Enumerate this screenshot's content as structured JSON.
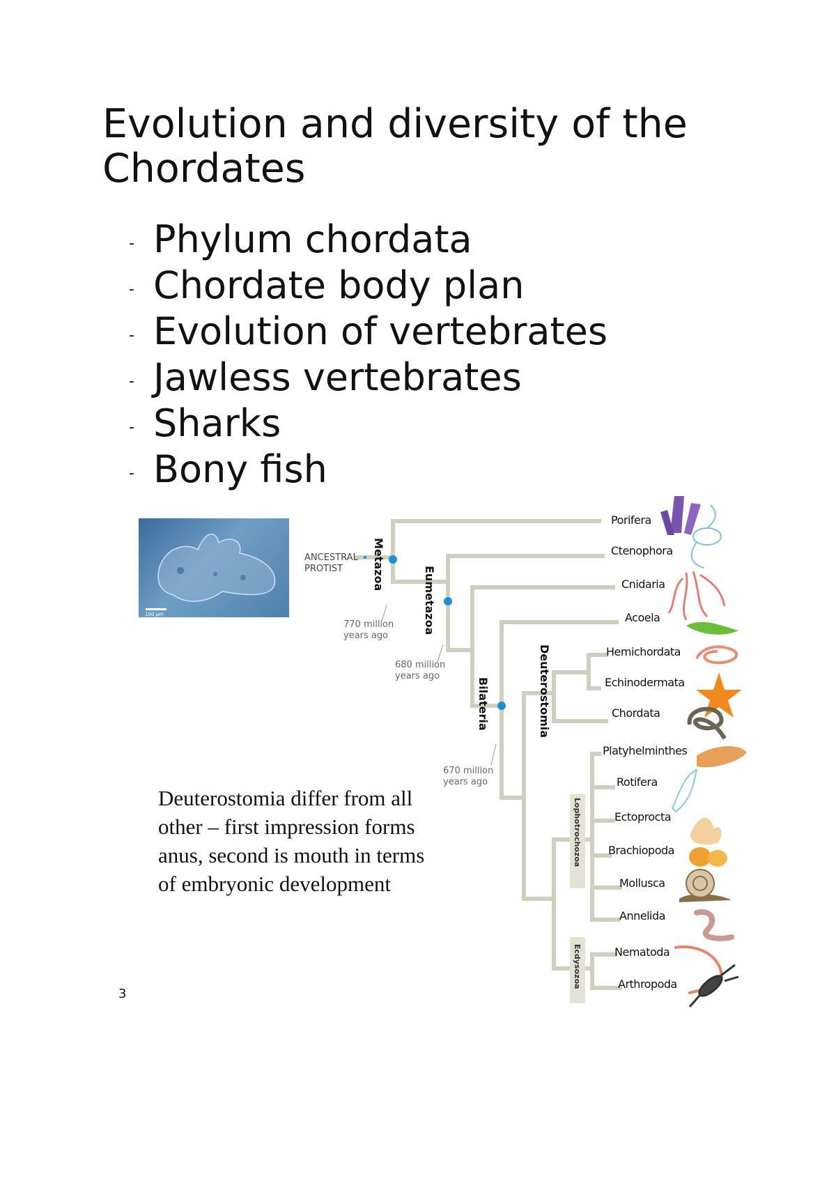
{
  "title": "Evolution and diversity of the Chordates",
  "bullets": [
    "Phylum chordata",
    "Chordate body plan",
    "Evolution of vertebrates",
    "Jawless vertebrates",
    "Sharks",
    "Bony fish"
  ],
  "bullet_marker": "-",
  "photo": {
    "scale_label": "100 µm"
  },
  "tree": {
    "root_label": [
      "ANCESTRAL",
      "PROTIST"
    ],
    "clades": {
      "metazoa": "Metazoa",
      "eumetazoa": "Eumetazoa",
      "bilateria": "Bilateria",
      "deuterostomia": "Deuterostomia",
      "lophotrochozoa": "Lophotrochozoa",
      "ecdysozoa": "Ecdysozoa"
    },
    "times": {
      "metazoa": [
        "770 million",
        "years ago"
      ],
      "eumetazoa": [
        "680 million",
        "years ago"
      ],
      "bilateria": [
        "670 million",
        "years ago"
      ]
    },
    "taxa": [
      "Porifera",
      "Ctenophora",
      "Cnidaria",
      "Acoela",
      "Hemichordata",
      "Echinodermata",
      "Chordata",
      "Platyhelminthes",
      "Rotifera",
      "Ectoprocta",
      "Brachiopoda",
      "Mollusca",
      "Annelida",
      "Nematoda",
      "Arthropoda"
    ],
    "colors": {
      "branch": "#cfcfbf",
      "node": "#1f8fd0",
      "clade_box": "#e2e2d6"
    }
  },
  "note": "Deuterostomia differ from all other – first impression forms anus, second is mouth in terms of embryonic development",
  "page_number": "3"
}
